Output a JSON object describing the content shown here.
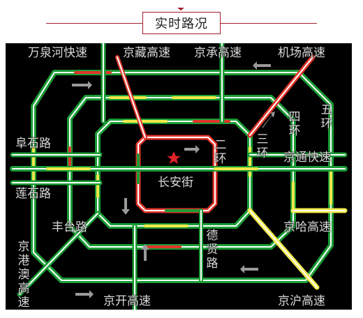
{
  "header": {
    "title": "实时路况"
  },
  "map": {
    "colors": {
      "smooth": "#1a9c35",
      "slow": "#f2e84a",
      "congested": "#e0352b",
      "background": "#000000"
    },
    "icons": [
      "star-icon",
      "direction-arrow-icon"
    ],
    "labels": {
      "wanquanhe": "万泉河快速",
      "jingzang": "京藏高速",
      "jingcheng": "京承高速",
      "airport": "机场高速",
      "fushilu": "阜石路",
      "lianshilu": "莲石路",
      "fengtailu": "丰台路",
      "jinggangao": "京港澳高速",
      "jingkai": "京开高速",
      "jinghu": "京沪高速",
      "jingha": "京哈高速",
      "jingtong": "京通快速",
      "changanjie": "长安街",
      "fourth_ring": "四环",
      "fifth_ring": "五环",
      "third_ring": "三环",
      "second_ring": "二环",
      "dexianlu": "德贤路"
    }
  }
}
